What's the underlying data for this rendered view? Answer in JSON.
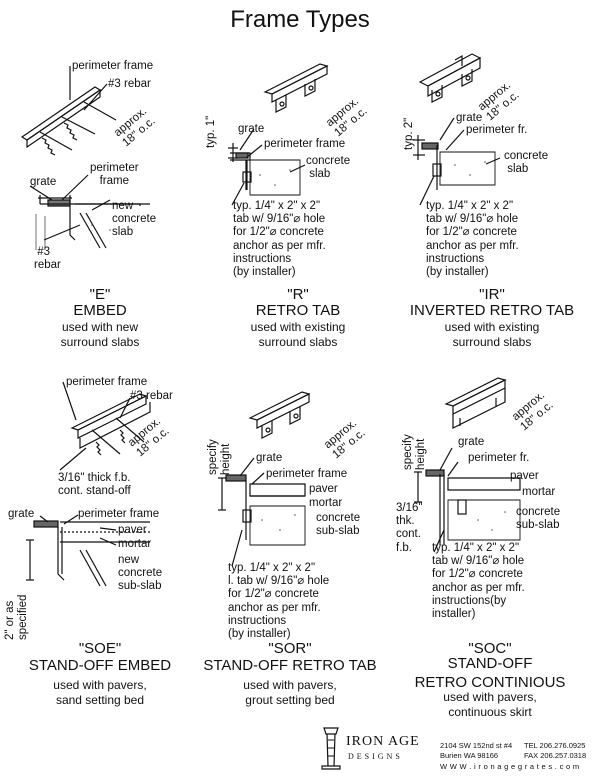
{
  "title": "Frame Types",
  "labels": {
    "perimeter_frame": "perimeter frame",
    "perimeter_fr": "perimeter fr.",
    "rebar3": "#3 rebar",
    "rebar3_split_a": "#3",
    "rebar3_split_b": "rebar",
    "approx": "approx.",
    "spacing": "18\" o.c.",
    "grate": "grate",
    "perimeter_frame_split_a": "perimeter",
    "perimeter_frame_split_b": "frame",
    "new_concrete_slab_a": "new",
    "new_concrete_slab_b": "concrete",
    "new_concrete_slab_c": "slab",
    "concrete": "concrete",
    "slab": "slab",
    "typ_1": "typ. 1\"",
    "typ_2": "typ. 2\"",
    "tab_note_lines": [
      "typ. 1/4\" x 2\" x 2\"",
      "tab w/ 9/16\"⌀ hole",
      "for 1/2\"⌀ concrete",
      "anchor as per mfr.",
      "instructions",
      "(by installer)"
    ],
    "standoff_note_a": "3/16\" thick f.b.",
    "standoff_note_b": "cont. stand-off",
    "paver": "paver",
    "mortar": "mortar",
    "new": "new",
    "sub_slab": "sub-slab",
    "concrete_sub_slab_a": "concrete",
    "concrete_sub_slab_b": "sub-slab",
    "two_or_as_a": "2\" or as",
    "two_or_as_b": "specified",
    "specify": "specify",
    "height": "height",
    "sor_note_lines": [
      "typ. 1/4\" x 2\" x 2\"",
      "l. tab w/ 9/16\"⌀ hole",
      "for 1/2\"⌀ concrete",
      "anchor as per mfr.",
      "instructions",
      "(by installer)"
    ],
    "soc_side_lines": [
      "3/16\"",
      "thk.",
      "cont.",
      "f.b."
    ],
    "soc_note_lines": [
      "typ. 1/4\" x 2\" x 2\"",
      "tab w/ 9/16\"⌀ hole",
      "for 1/2\"⌀ concrete",
      "anchor as per mfr.",
      "instructions(by",
      "installer)"
    ]
  },
  "types": [
    {
      "code": "\"E\"",
      "name": "EMBED",
      "use_a": "used with new",
      "use_b": "surround slabs"
    },
    {
      "code": "\"R\"",
      "name": "RETRO TAB",
      "use_a": "used with existing",
      "use_b": "surround slabs"
    },
    {
      "code": "\"IR\"",
      "name": "INVERTED RETRO TAB",
      "use_a": "used with existing",
      "use_b": "surround slabs"
    },
    {
      "code": "\"SOE\"",
      "name": "STAND-OFF EMBED",
      "use_a": "used with pavers,",
      "use_b": "sand setting bed"
    },
    {
      "code": "\"SOR\"",
      "name": "STAND-OFF RETRO TAB",
      "use_a": "used with pavers,",
      "use_b": "grout setting bed"
    },
    {
      "code": "\"SOC\"",
      "name_a": "STAND-OFF",
      "name_b": "RETRO CONTINIOUS",
      "use_a": "used with pavers,",
      "use_b": "continuous skirt"
    }
  ],
  "footer": {
    "brand_a": "IRON AGE",
    "brand_b": "DESIGNS",
    "address_a": "2104 SW 152nd st #4",
    "address_b": "Burien WA 98166",
    "tel": "TEL  206.276.0925",
    "fax": "FAX  206.257.0318",
    "web": "W W W . i r o n a g e g r a t e s . c o m"
  }
}
